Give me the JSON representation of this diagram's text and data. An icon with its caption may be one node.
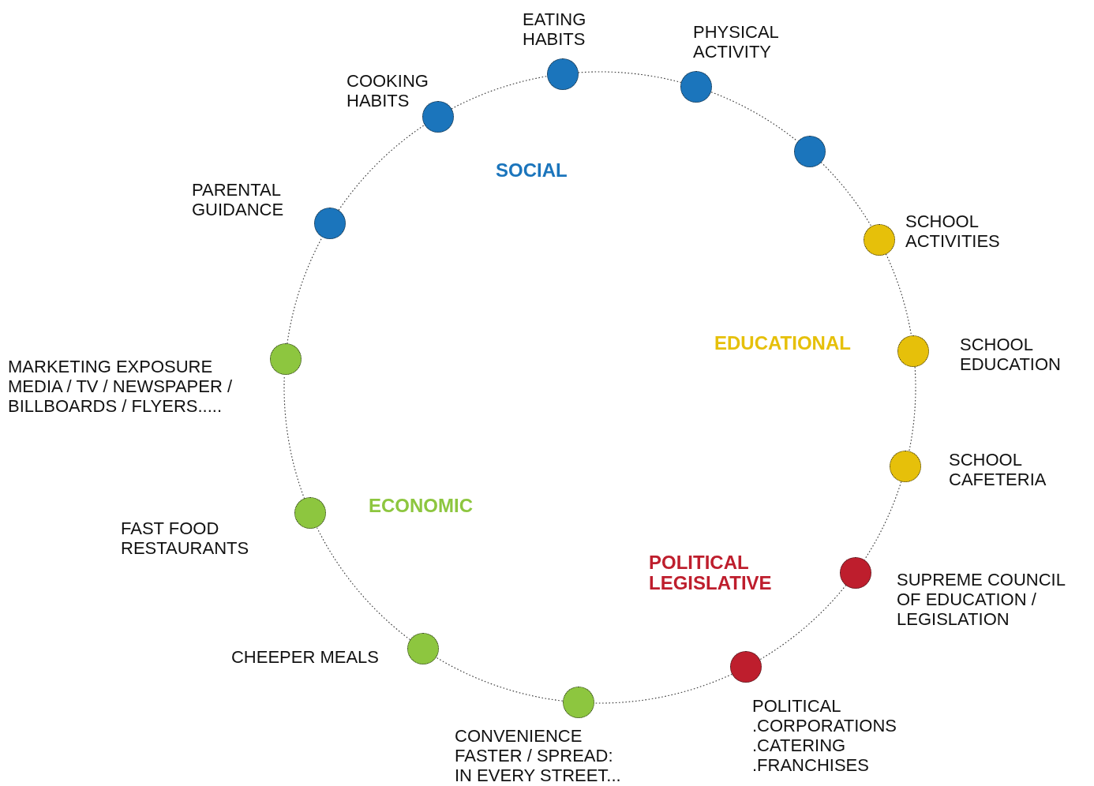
{
  "diagram": {
    "nodes": [
      {
        "text": [],
        "shape": "circle",
        "beside": [
          "EATING HABITS"
        ]
      },
      {
        "text": [],
        "shape": "circle",
        "beside": [
          "PHYSICAL ACTIVITY"
        ]
      },
      {
        "text": [],
        "shape": "circle"
      },
      {
        "text": [],
        "shape": "circle",
        "beside": [
          "SCHOOL ACTIVITIES"
        ]
      },
      {
        "text": [],
        "shape": "circle",
        "beside": [
          "SCHOOL EDUCATION"
        ]
      },
      {
        "text": [],
        "shape": "circle",
        "beside": [
          "SCHOOL CAFETERIA"
        ]
      },
      {
        "text": [],
        "shape": "circle",
        "beside": [
          "SUPREME COUNCIL OF EDUCATION / LEGISLATION"
        ]
      },
      {
        "text": [],
        "shape": "circle",
        "beside": [
          "POLITICAL .CORPORATIONS .CATERING .FRANCHISES"
        ]
      },
      {
        "text": [],
        "shape": "circle",
        "beside": [
          "CONVENIENCE FASTER / SPREAD: IN EVERY STREET..."
        ]
      },
      {
        "text": [],
        "shape": "circle",
        "beside": [
          "CHEEPER MEALS"
        ]
      },
      {
        "text": [],
        "shape": "circle",
        "beside": [
          "FAST FOOD RESTAURANTS"
        ]
      },
      {
        "text": [],
        "shape": "circle",
        "beside": [
          "MARKETING EXPOSURE MEDIA / TV / NEWSPAPER / BILLBOARDS / FLYERS....."
        ]
      },
      {
        "text": [],
        "shape": "circle",
        "beside": [
          "PARENTAL GUIDANCE"
        ]
      },
      {
        "text": [],
        "shape": "circle",
        "beside": [
          "COOKING HABITS"
        ]
      }
    ],
    "edges": [
      {
        "from": 0,
        "to": 1,
        "arrow": "none",
        "style": "dashed"
      },
      {
        "from": 1,
        "to": 2,
        "arrow": "none",
        "style": "dashed"
      },
      {
        "from": 2,
        "to": 3,
        "arrow": "none",
        "style": "dashed"
      },
      {
        "from": 3,
        "to": 4,
        "arrow": "none",
        "style": "dashed"
      },
      {
        "from": 4,
        "to": 5,
        "arrow": "none",
        "style": "dashed"
      },
      {
        "from": 5,
        "to": 6,
        "arrow": "none",
        "style": "dashed"
      },
      {
        "from": 6,
        "to": 7,
        "arrow": "none",
        "style": "dashed"
      },
      {
        "from": 7,
        "to": 8,
        "arrow": "none",
        "style": "dashed"
      },
      {
        "from": 8,
        "to": 9,
        "arrow": "none",
        "style": "dashed"
      },
      {
        "from": 9,
        "to": 10,
        "arrow": "none",
        "style": "dashed"
      },
      {
        "from": 10,
        "to": 11,
        "arrow": "none",
        "style": "dashed"
      },
      {
        "from": 11,
        "to": 12,
        "arrow": "none",
        "style": "dashed"
      },
      {
        "from": 12,
        "to": 13,
        "arrow": "none",
        "style": "dashed"
      },
      {
        "from": 13,
        "to": 0,
        "arrow": "none",
        "style": "dashed"
      }
    ],
    "labels": [
      "SOCIAL",
      "EDUCATIONAL",
      "POLITICAL LEGISLATIVE",
      "ECONOMIC"
    ]
  }
}
